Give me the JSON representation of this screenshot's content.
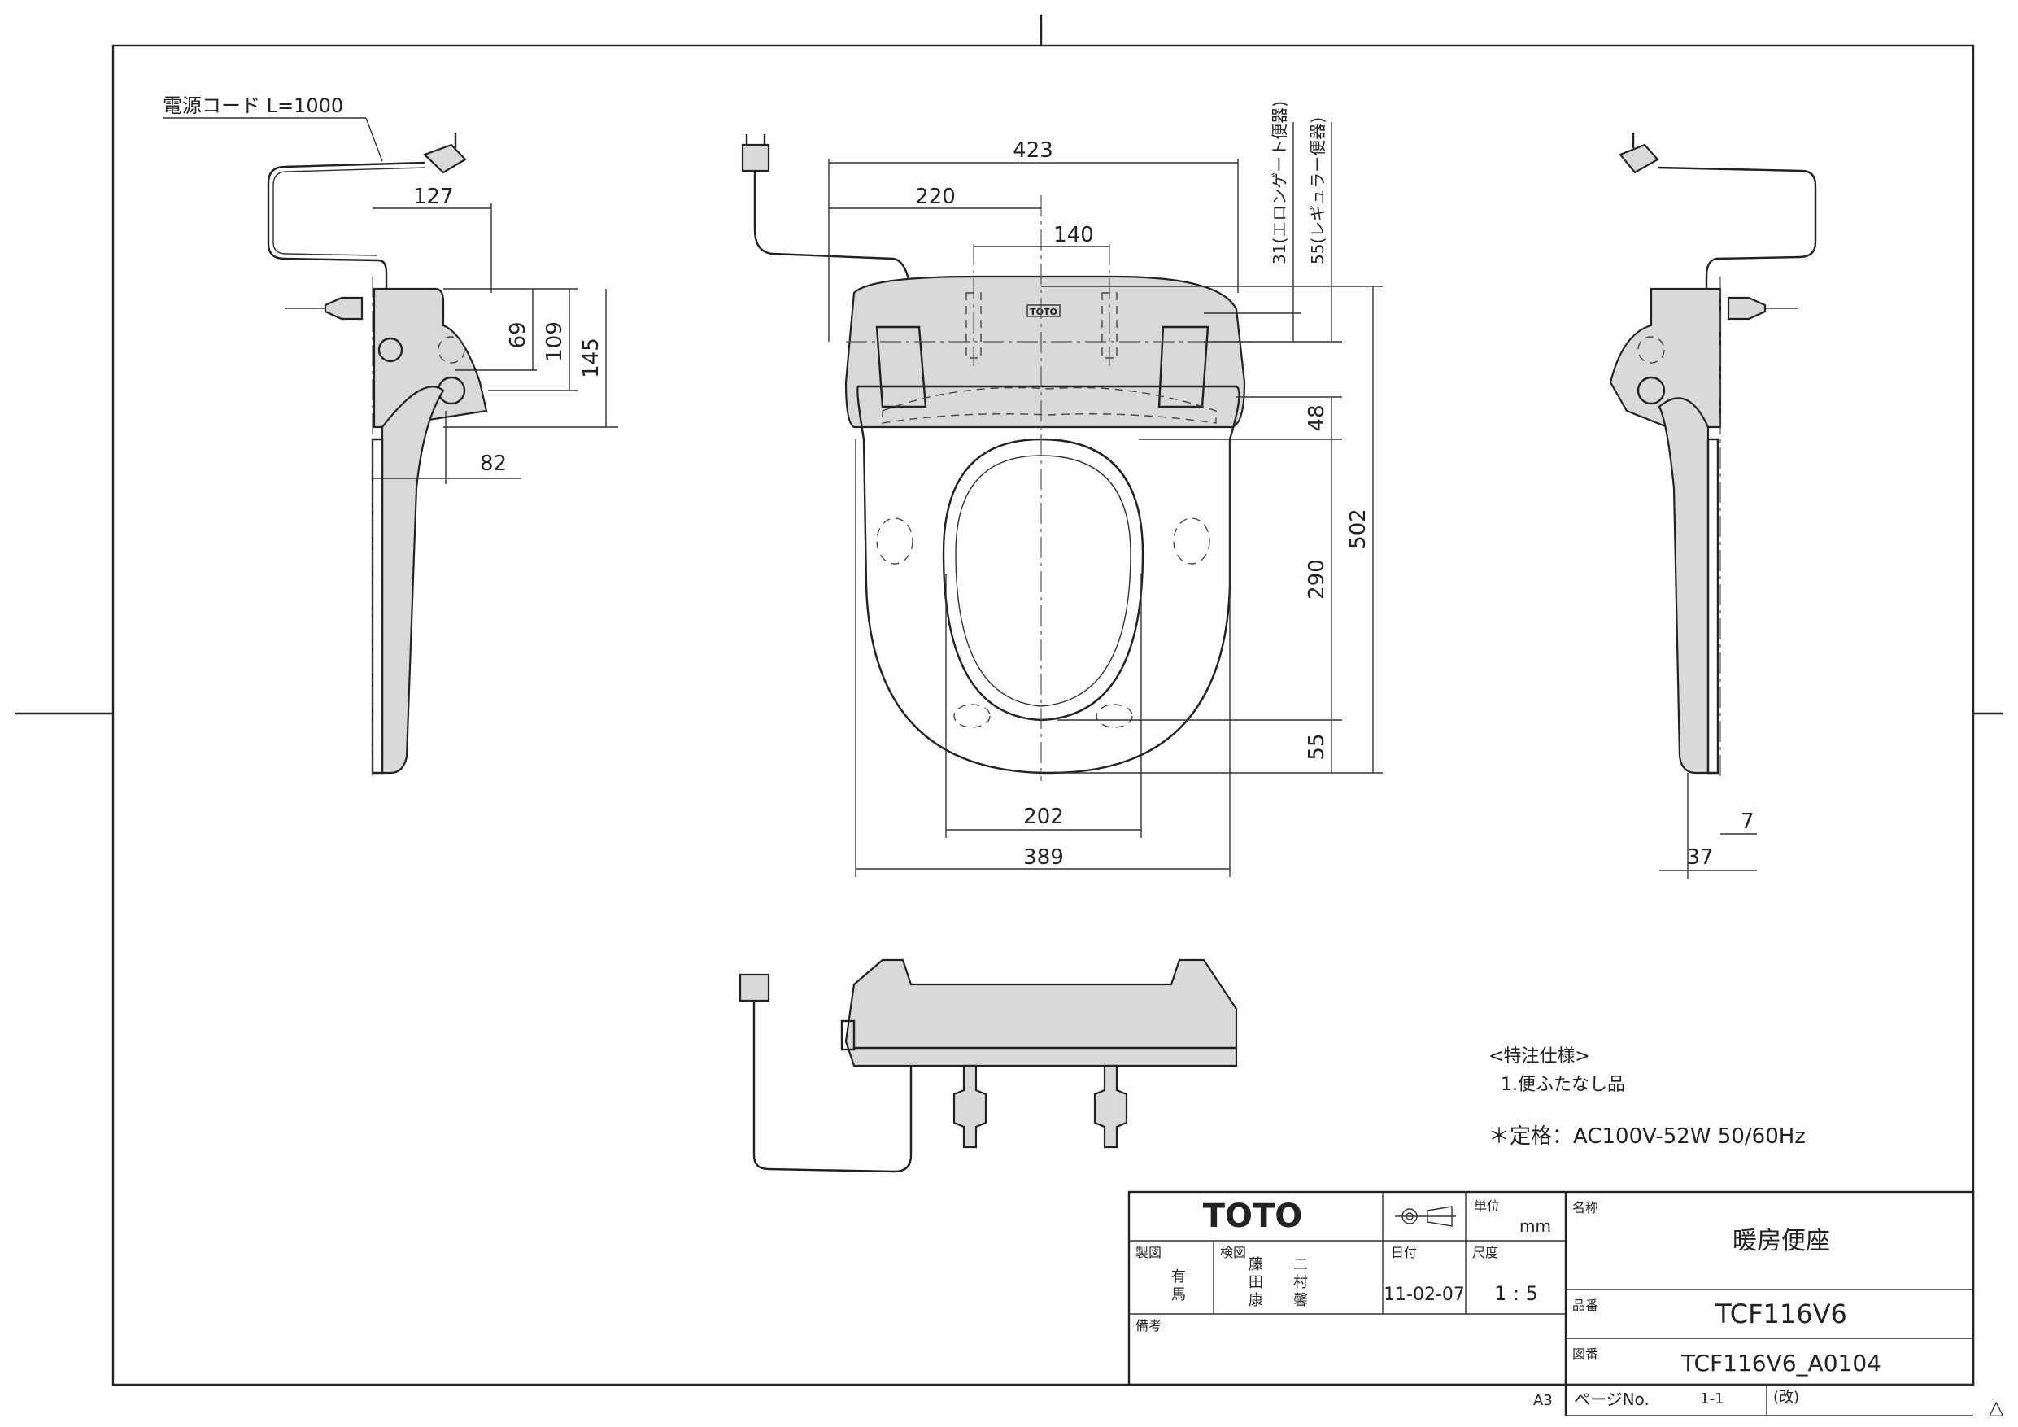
{
  "drawing": {
    "cord_label": "電源コード L=1000",
    "side_left": {
      "dims": [
        "127",
        "69",
        "109",
        "145",
        "82"
      ]
    },
    "top_view": {
      "dims": [
        "423",
        "220",
        "140",
        "202",
        "389",
        "48",
        "290",
        "502",
        "55"
      ],
      "elongated_note": "31(エロンゲート便器)",
      "regular_note": "55(レギュラー便器)",
      "logo_small": "TOTO"
    },
    "side_right": {
      "dims": [
        "7",
        "37"
      ]
    }
  },
  "notes": {
    "special_spec_title": "<特注仕様>",
    "special_spec_item": "1.便ふたなし品",
    "rating": "＊定格：AC100V-52W  50/60Hz"
  },
  "title_block": {
    "brand": "TOTO",
    "unit_label": "単位",
    "unit_value": "mm",
    "name_label": "名称",
    "name_value": "暖房便座",
    "drawn_label": "製図",
    "drawn_value": "有\n馬",
    "checked_label": "検図",
    "checked_value_1": "藤\n田\n康",
    "checked_value_2": "二\n村\n馨",
    "date_label": "日付",
    "date_value": "11-02-07",
    "scale_label": "尺度",
    "scale_value": "1 : 5",
    "part_label": "品番",
    "part_value": "TCF116V6",
    "remarks_label": "備考",
    "drawing_no_label": "図番",
    "drawing_no_value": "TCF116V6_A0104",
    "paper_size": "A3",
    "page_label": "ページNo.",
    "page_value": "1-1",
    "revision_label": "(改)"
  },
  "revision_mark": "△"
}
